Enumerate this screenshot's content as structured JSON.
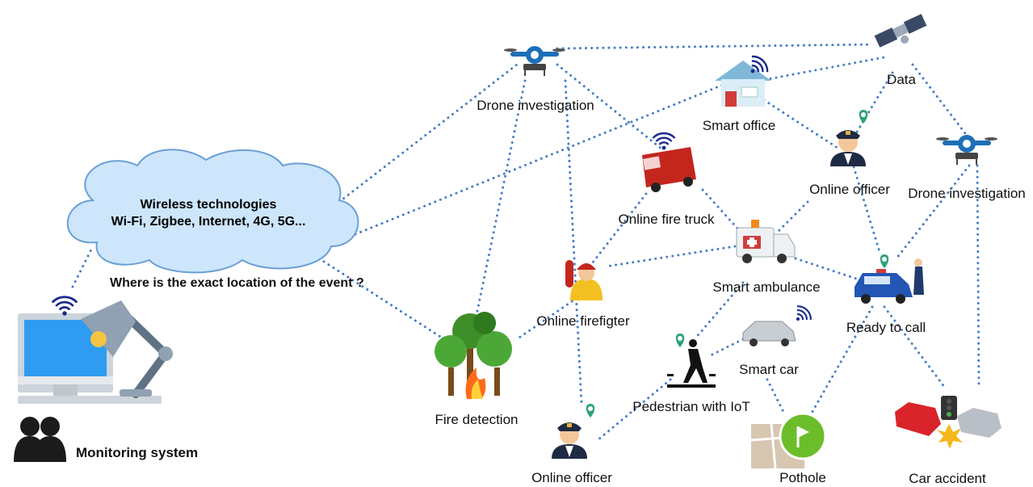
{
  "cloud": {
    "line1": "Wireless technologies",
    "line2": "Wi-Fi, Zigbee, Internet, 4G, 5G..."
  },
  "question": "Where is the exact location of the event ?",
  "labels": {
    "monitoring": "Monitoring system",
    "drone1": "Drone investigation",
    "drone2": "Drone investigation",
    "smart_office": "Smart office",
    "data": "Data",
    "online_officer_top": "Online officer",
    "online_officer_bottom": "Online officer",
    "fire_truck": "Online fire truck",
    "ambulance": "Smart ambulance",
    "firefighter": "Online firefigter",
    "ready_to_call": "Ready to call",
    "smart_car": "Smart car",
    "pedestrian": "Pedestrian with IoT",
    "fire_detection": "Fire detection",
    "pothole": "Pothole",
    "car_accident": "Car accident"
  },
  "icons": [
    "monitor-icon",
    "desk-lamp-icon",
    "users-icon",
    "wifi-icon",
    "drone-icon",
    "satellite-icon",
    "house-icon",
    "police-officer-icon",
    "fire-truck-icon",
    "ambulance-icon",
    "firefighter-icon",
    "police-car-icon",
    "sedan-icon",
    "pedestrian-icon",
    "tree-fire-icon",
    "map-pin-icon",
    "crash-icon",
    "traffic-light-icon",
    "location-marker-icon"
  ],
  "colors": {
    "dotted_line": "#4a7ec4",
    "cloud_fill": "#cde6fb",
    "cloud_stroke": "#6a9fd4",
    "wifi": "#1a2a8c",
    "monitor_screen": "#2e9cf0",
    "pin_green": "#2fa37a"
  }
}
